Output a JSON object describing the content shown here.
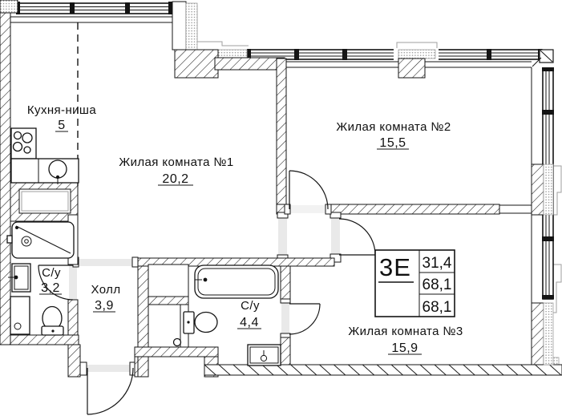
{
  "plan": {
    "kitchen": {
      "label": "Кухня-ниша",
      "area": "5"
    },
    "room1": {
      "label": "Жилая комната №1",
      "area": "20,2"
    },
    "room2": {
      "label": "Жилая комната №2",
      "area": "15,5"
    },
    "room3": {
      "label": "Жилая комната №3",
      "area": "15,9"
    },
    "bath1": {
      "label": "С/у",
      "area": "3,2"
    },
    "hall": {
      "label": "Холл",
      "area": "3,9"
    },
    "bath2": {
      "label": "С/у",
      "area": "4,4"
    },
    "stamp": {
      "apartment_type": "3Е",
      "living_area": "31,4",
      "total_area": "68,1",
      "total_area_final": "68,1"
    }
  }
}
